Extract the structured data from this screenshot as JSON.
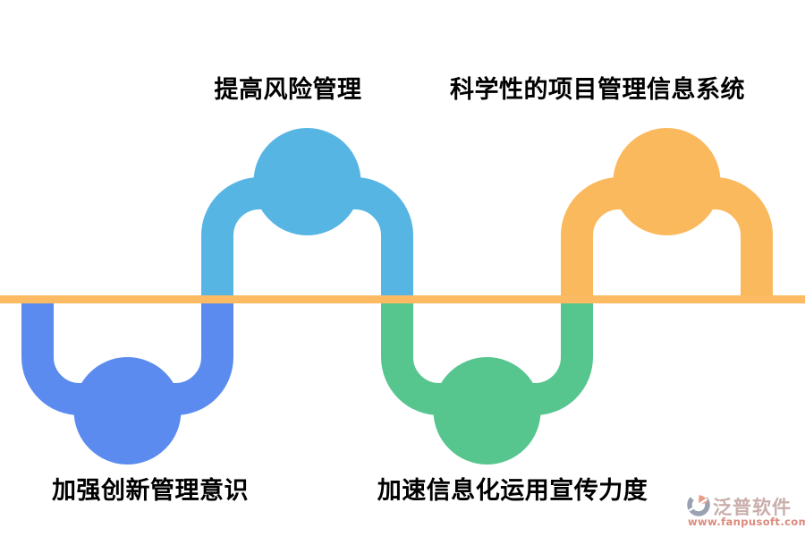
{
  "colors": {
    "background": "#ffffff",
    "baseline": "#fcbb62",
    "sky_blue": "#57b5e4",
    "royal_blue": "#5b8bee",
    "green": "#56c68e",
    "orange": "#fbb95d",
    "label_text": "#000000",
    "brand_text": "#c9aeab",
    "brand_url": "#da8a7c",
    "logo_gray": "#9aa2b2",
    "logo_pink": "#e59d86"
  },
  "labels": {
    "top_left": "提高风险管理",
    "top_right": "科学性的项目管理信息系统",
    "bottom_left": "加强创新管理意识",
    "bottom_center": "加速信息化运用宣传力度"
  },
  "watermark": {
    "brand": "泛普软件",
    "url": "www.fanpusoft.com"
  }
}
